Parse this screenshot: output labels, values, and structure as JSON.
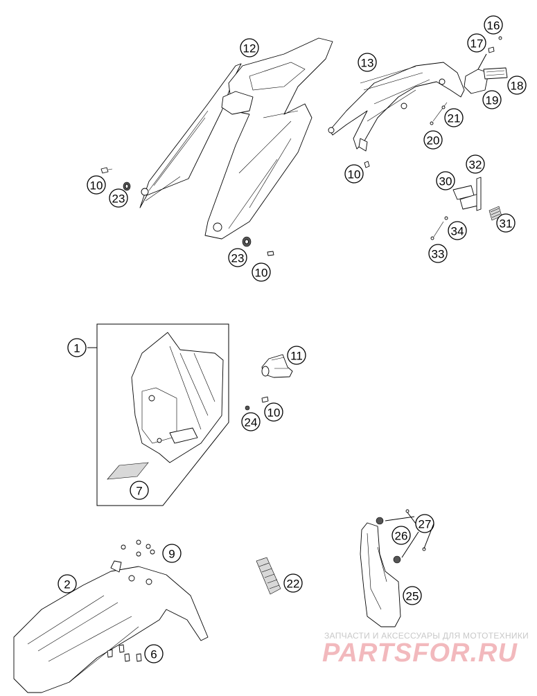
{
  "callouts": [
    "1",
    "2",
    "6",
    "7",
    "9",
    "10",
    "11",
    "12",
    "13",
    "16",
    "17",
    "18",
    "19",
    "20",
    "21",
    "22",
    "23",
    "24",
    "25",
    "26",
    "27",
    "30",
    "31",
    "32",
    "33",
    "34"
  ],
  "watermark": {
    "subtitle": "ЗАПЧАСТИ И АКСЕССУАРЫ ДЛЯ МОТОТЕХНИКИ",
    "brand": "PARTSFOR.RU",
    "color": "#f2b9bd"
  }
}
